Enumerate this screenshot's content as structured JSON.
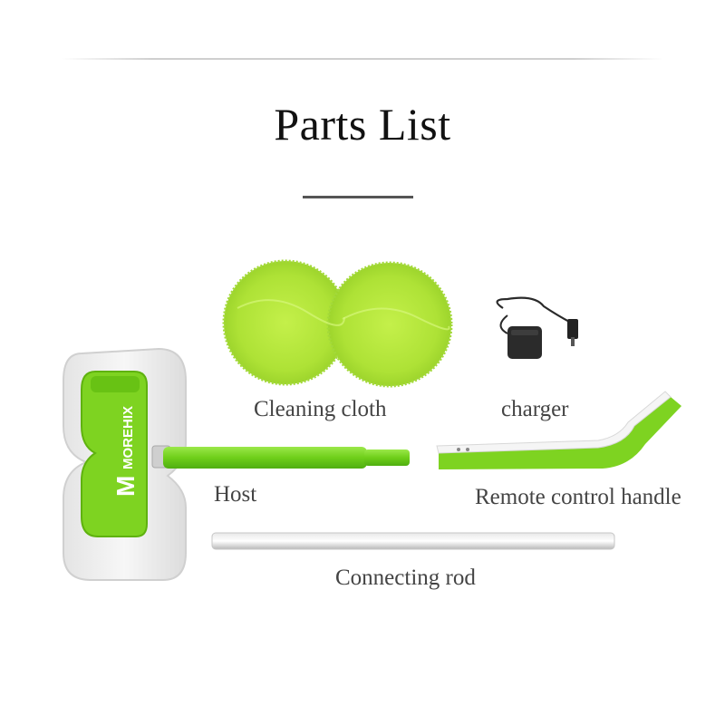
{
  "title": "Parts List",
  "brand": {
    "wordmark": "MOREHIX",
    "monogram": "M"
  },
  "parts": {
    "cleaning_cloth": "Cleaning cloth",
    "charger": "charger",
    "host": "Host",
    "remote_handle": "Remote control handle",
    "connecting_rod": "Connecting rod"
  },
  "colors": {
    "accent_green": "#7ed321",
    "cloth_green": "#b5e83a",
    "text": "#444444",
    "body_white": "#f2f2f2"
  }
}
